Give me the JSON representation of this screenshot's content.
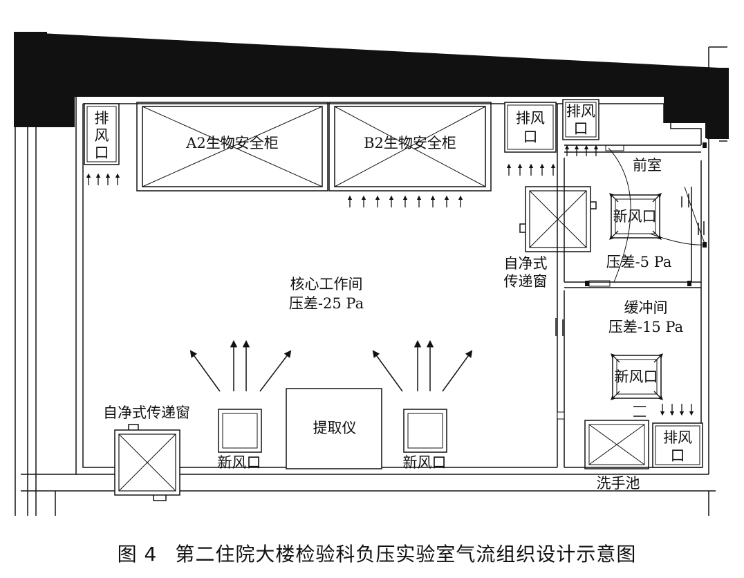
{
  "diagram": {
    "labels": {
      "exhaust_left": [
        "排",
        "风",
        "口"
      ],
      "exhaust_mid": [
        "排风",
        "口"
      ],
      "exhaust_anteroom": [
        "排风",
        "口"
      ],
      "exhaust_buffer": [
        "排风",
        "口"
      ],
      "cabinet_a2": "A2生物安全柜",
      "cabinet_b2": "B2生物安全柜",
      "core_room": "核心工作间",
      "core_pressure": "压差-25 Pa",
      "anteroom": "前室",
      "anteroom_inlet": "新风口",
      "anteroom_pressure": "压差-5 Pa",
      "buffer_room": "缓冲间",
      "buffer_pressure": "压差-15 Pa",
      "buffer_inlet": "新风口",
      "pass_box_right": [
        "自净式",
        "传递窗"
      ],
      "pass_box_left": "自净式传递窗",
      "extractor": "提取仪",
      "inlet_left": "新风口",
      "inlet_right": "新风口",
      "sink": "洗手池"
    }
  },
  "caption": {
    "figure_no": "图 4",
    "title": "第二住院大楼检验科负压实验室气流组织设计示意图"
  }
}
